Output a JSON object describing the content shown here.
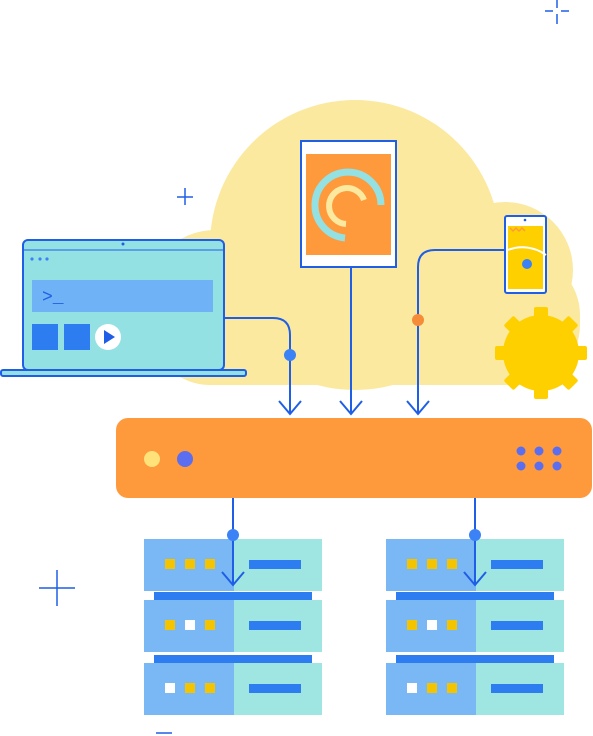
{
  "prompt_glyph": ">_",
  "colors": {
    "cloud": "#fbe9a0",
    "line": "#1f5ee6",
    "laptop_screen": "#94e1e4",
    "laptop_bar": "#6fb3f6",
    "orange": "#ff9a3c",
    "yellow": "#ffd000",
    "server_left": "#7ab8f5",
    "server_right": "#9fe6e3",
    "server_bar": "#2d7df0",
    "node_blue": "#3b82f6",
    "node_orange": "#f58c3a",
    "led_yellow": "#f5c400",
    "led_white": "#ffffff",
    "hub_dot_yellow": "#ffe27a",
    "hub_dot_blue": "#5b6ef0"
  },
  "icons": [
    "laptop-icon",
    "tablet-icon",
    "phone-icon",
    "gear-icon",
    "play-icon",
    "terminal-icon",
    "server-icon",
    "hub-icon"
  ],
  "rack_leds": {
    "left": [
      [
        "yellow",
        "yellow",
        "yellow"
      ],
      [
        "yellow",
        "white",
        "yellow"
      ],
      [
        "white",
        "yellow",
        "yellow"
      ]
    ],
    "right": [
      [
        "yellow",
        "yellow",
        "yellow"
      ],
      [
        "yellow",
        "white",
        "yellow"
      ],
      [
        "white",
        "yellow",
        "yellow"
      ]
    ]
  }
}
